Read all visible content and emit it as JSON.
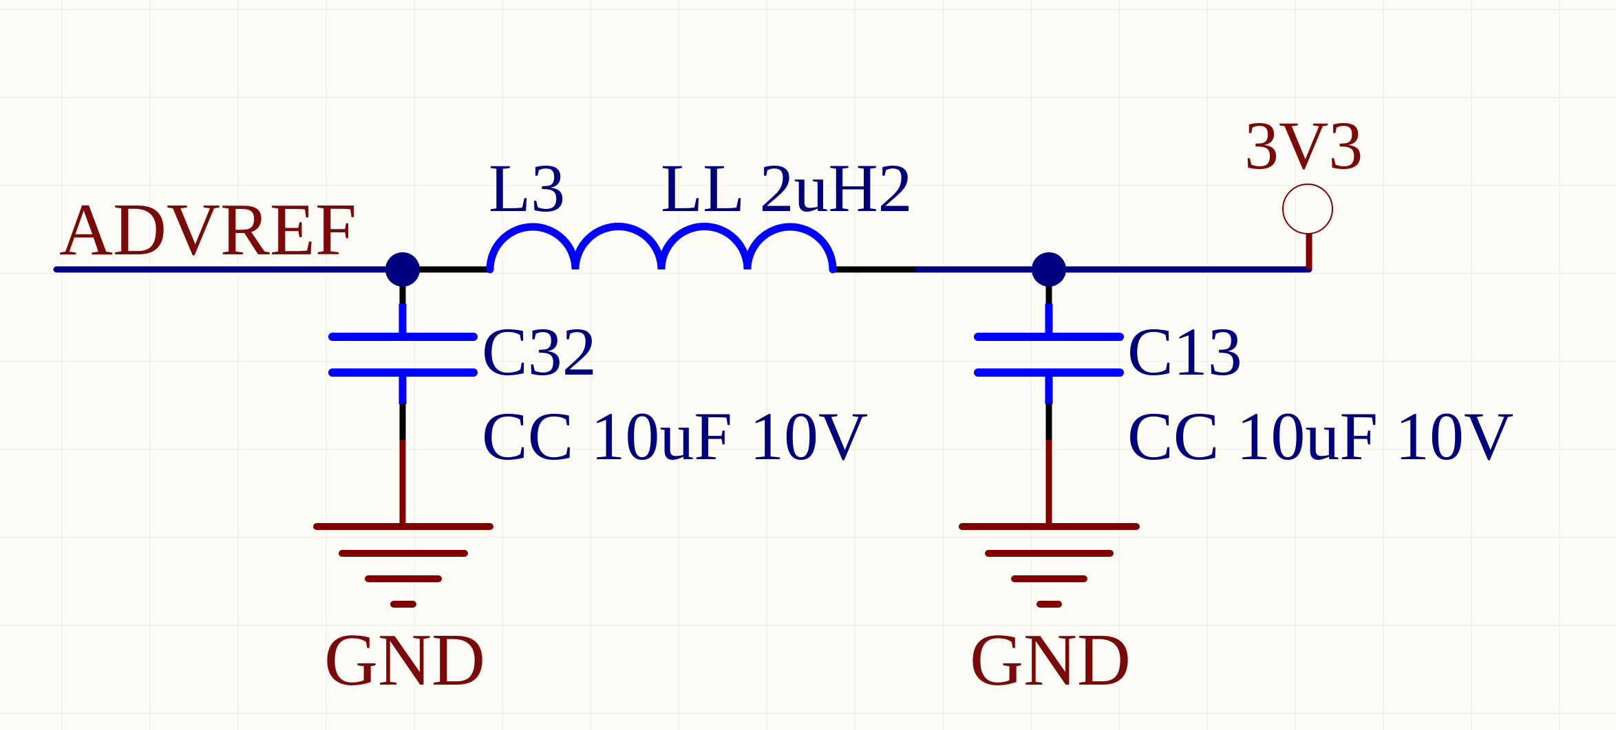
{
  "colors": {
    "background": "#fdfbf5",
    "grid": "#efece2",
    "wire": "#000080",
    "pin": "#000000",
    "component": "#0000ff",
    "power": "#800000",
    "net_label": "#7a0a0a",
    "designator": "#00007a"
  },
  "nets": {
    "advref": "ADVREF",
    "v3v3": "3V3",
    "gnd_left": "GND",
    "gnd_right": "GND"
  },
  "components": {
    "inductor": {
      "designator": "L3",
      "value": "LL 2uH2"
    },
    "cap_left": {
      "designator": "C32",
      "value": "CC 10uF 10V"
    },
    "cap_right": {
      "designator": "C13",
      "value": "CC 10uF 10V"
    }
  }
}
